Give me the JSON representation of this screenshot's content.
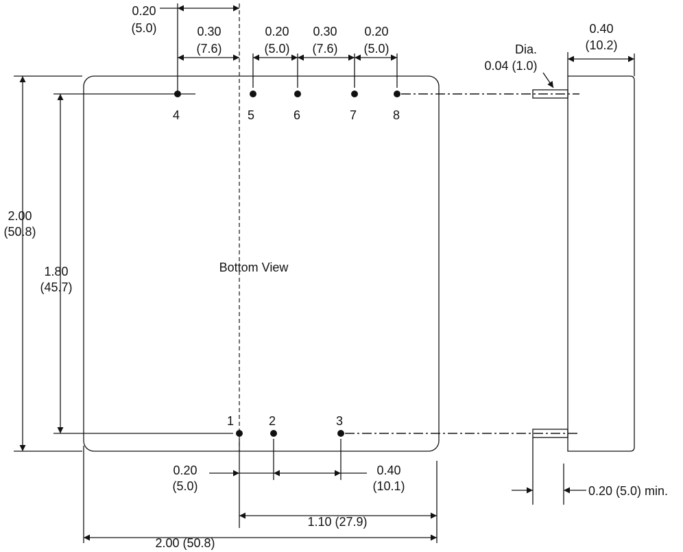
{
  "view_label": "Bottom View",
  "pins": {
    "p1": "1",
    "p2": "2",
    "p3": "3",
    "p4": "4",
    "p5": "5",
    "p6": "6",
    "p7": "7",
    "p8": "8"
  },
  "dims": {
    "top_pin4_offset": {
      "in": "0.20",
      "mm": "(5.0)"
    },
    "top_4_to_5ref": {
      "in": "0.30",
      "mm": "(7.6)"
    },
    "top_5_6": {
      "in": "0.20",
      "mm": "(5.0)"
    },
    "top_6_7": {
      "in": "0.30",
      "mm": "(7.6)"
    },
    "top_7_8": {
      "in": "0.20",
      "mm": "(5.0)"
    },
    "height_total": {
      "in": "2.00",
      "mm": "(50.8)"
    },
    "height_pins": {
      "in": "1.80",
      "mm": "(45.7)"
    },
    "bottom_1_2": {
      "in": "0.20",
      "mm": "(5.0)"
    },
    "bottom_2_3": {
      "in": "0.40",
      "mm": "(10.1)"
    },
    "bottom_1_edge": "1.10 (27.9)",
    "width_total": "2.00 (50.8)",
    "side_depth": {
      "in": "0.40",
      "mm": "(10.2)"
    },
    "pin_dia_label": "Dia.",
    "pin_dia": "0.04 (1.0)",
    "pin_length": "0.20 (5.0) min."
  }
}
